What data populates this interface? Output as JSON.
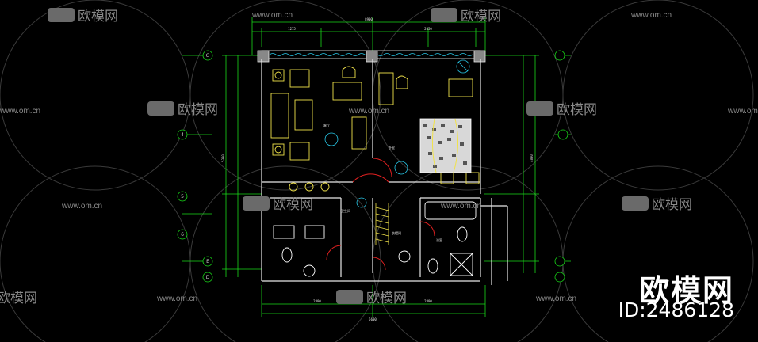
{
  "watermark": {
    "brand_text": "欧模网",
    "url_text": "www.om.cn",
    "id_text": "ID:2486128"
  },
  "plan": {
    "top_total_dim": "8900",
    "top_left_dim": "1275",
    "top_right_dim": "2650",
    "bottom_total_dim": "5600",
    "bottom_left_dim": "2800",
    "bottom_right_dim": "2800",
    "left_total_dim": "5300",
    "right_total_dim": "4000",
    "grid_bubbles": [
      "G",
      "4",
      "5",
      "6",
      "E",
      "D"
    ],
    "room_labels": [
      "客厅",
      "卧室",
      "卫生间",
      "衣帽间",
      "浴室"
    ]
  },
  "colors": {
    "bg": "#000000",
    "dim": "#18d818",
    "wall": "#e8e8e8",
    "furniture": "#f0e24a",
    "fixture": "#ffffff",
    "accent_cyan": "#28c8e8",
    "accent_red": "#e02020",
    "watermark_circle": "#3a3a3a"
  }
}
